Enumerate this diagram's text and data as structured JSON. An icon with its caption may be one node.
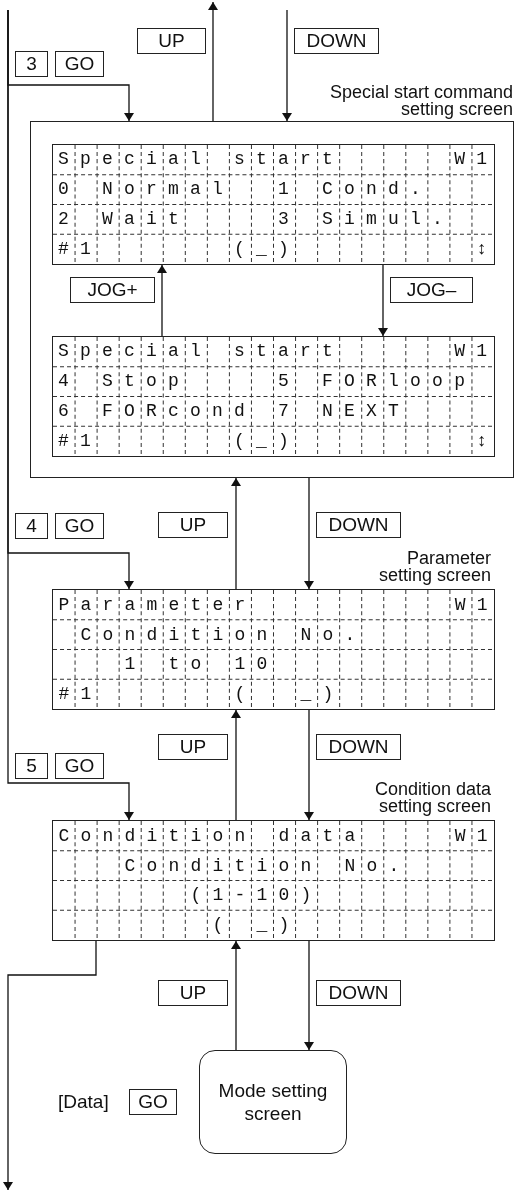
{
  "diagram": {
    "nodes": [
      {
        "text": [
          "Special start command setting screen"
        ]
      },
      {
        "text": [
          "Special start     W1",
          "0 Normal  1 Cond.",
          "2 Wait    3 Simul.",
          "#1      (_)        ↕"
        ],
        "in": 0
      },
      {
        "text": [
          "Special start     W1",
          "4 Stop    5 FORloop",
          "6 FORcond 7 NEXT",
          "#1      (_)        ↕"
        ],
        "in": 0
      },
      {
        "text": [
          "Parameter setting screen",
          "Parameter         W1",
          " Condition No.",
          "   1 to 10",
          "#1      (  _)"
        ]
      },
      {
        "text": [
          "Condition data setting screen",
          "Condition data    W1",
          "   Condition No.",
          "      (1-10)",
          "       ( _)"
        ]
      },
      {
        "text": [
          "Mode setting screen"
        ]
      }
    ],
    "edges": [
      {
        "from": 0,
        "to": null,
        "arrow": "to"
      },
      {
        "from": null,
        "to": 0,
        "arrow": "to"
      },
      {
        "from": null,
        "to": 0,
        "arrow": "to"
      },
      {
        "from": 2,
        "to": 1,
        "arrow": "to"
      },
      {
        "from": 1,
        "to": 2,
        "arrow": "to"
      },
      {
        "from": 3,
        "to": 0,
        "arrow": "to"
      },
      {
        "from": 0,
        "to": 3,
        "arrow": "to"
      },
      {
        "from": null,
        "to": 3,
        "arrow": "to"
      },
      {
        "from": 4,
        "to": 3,
        "arrow": "to"
      },
      {
        "from": 3,
        "to": 4,
        "arrow": "to"
      },
      {
        "from": null,
        "to": 4,
        "arrow": "to"
      },
      {
        "from": 5,
        "to": 4,
        "arrow": "to"
      },
      {
        "from": 4,
        "to": 5,
        "arrow": "to"
      },
      {
        "from": 4,
        "to": null,
        "arrow": "to"
      }
    ],
    "labels": [
      "UP",
      "DOWN",
      "3",
      "GO",
      "JOG+",
      "JOG–",
      "4",
      "GO",
      "UP",
      "DOWN",
      "UP",
      "DOWN",
      "5",
      "GO",
      "UP",
      "DOWN",
      "[Data]",
      "GO"
    ]
  }
}
